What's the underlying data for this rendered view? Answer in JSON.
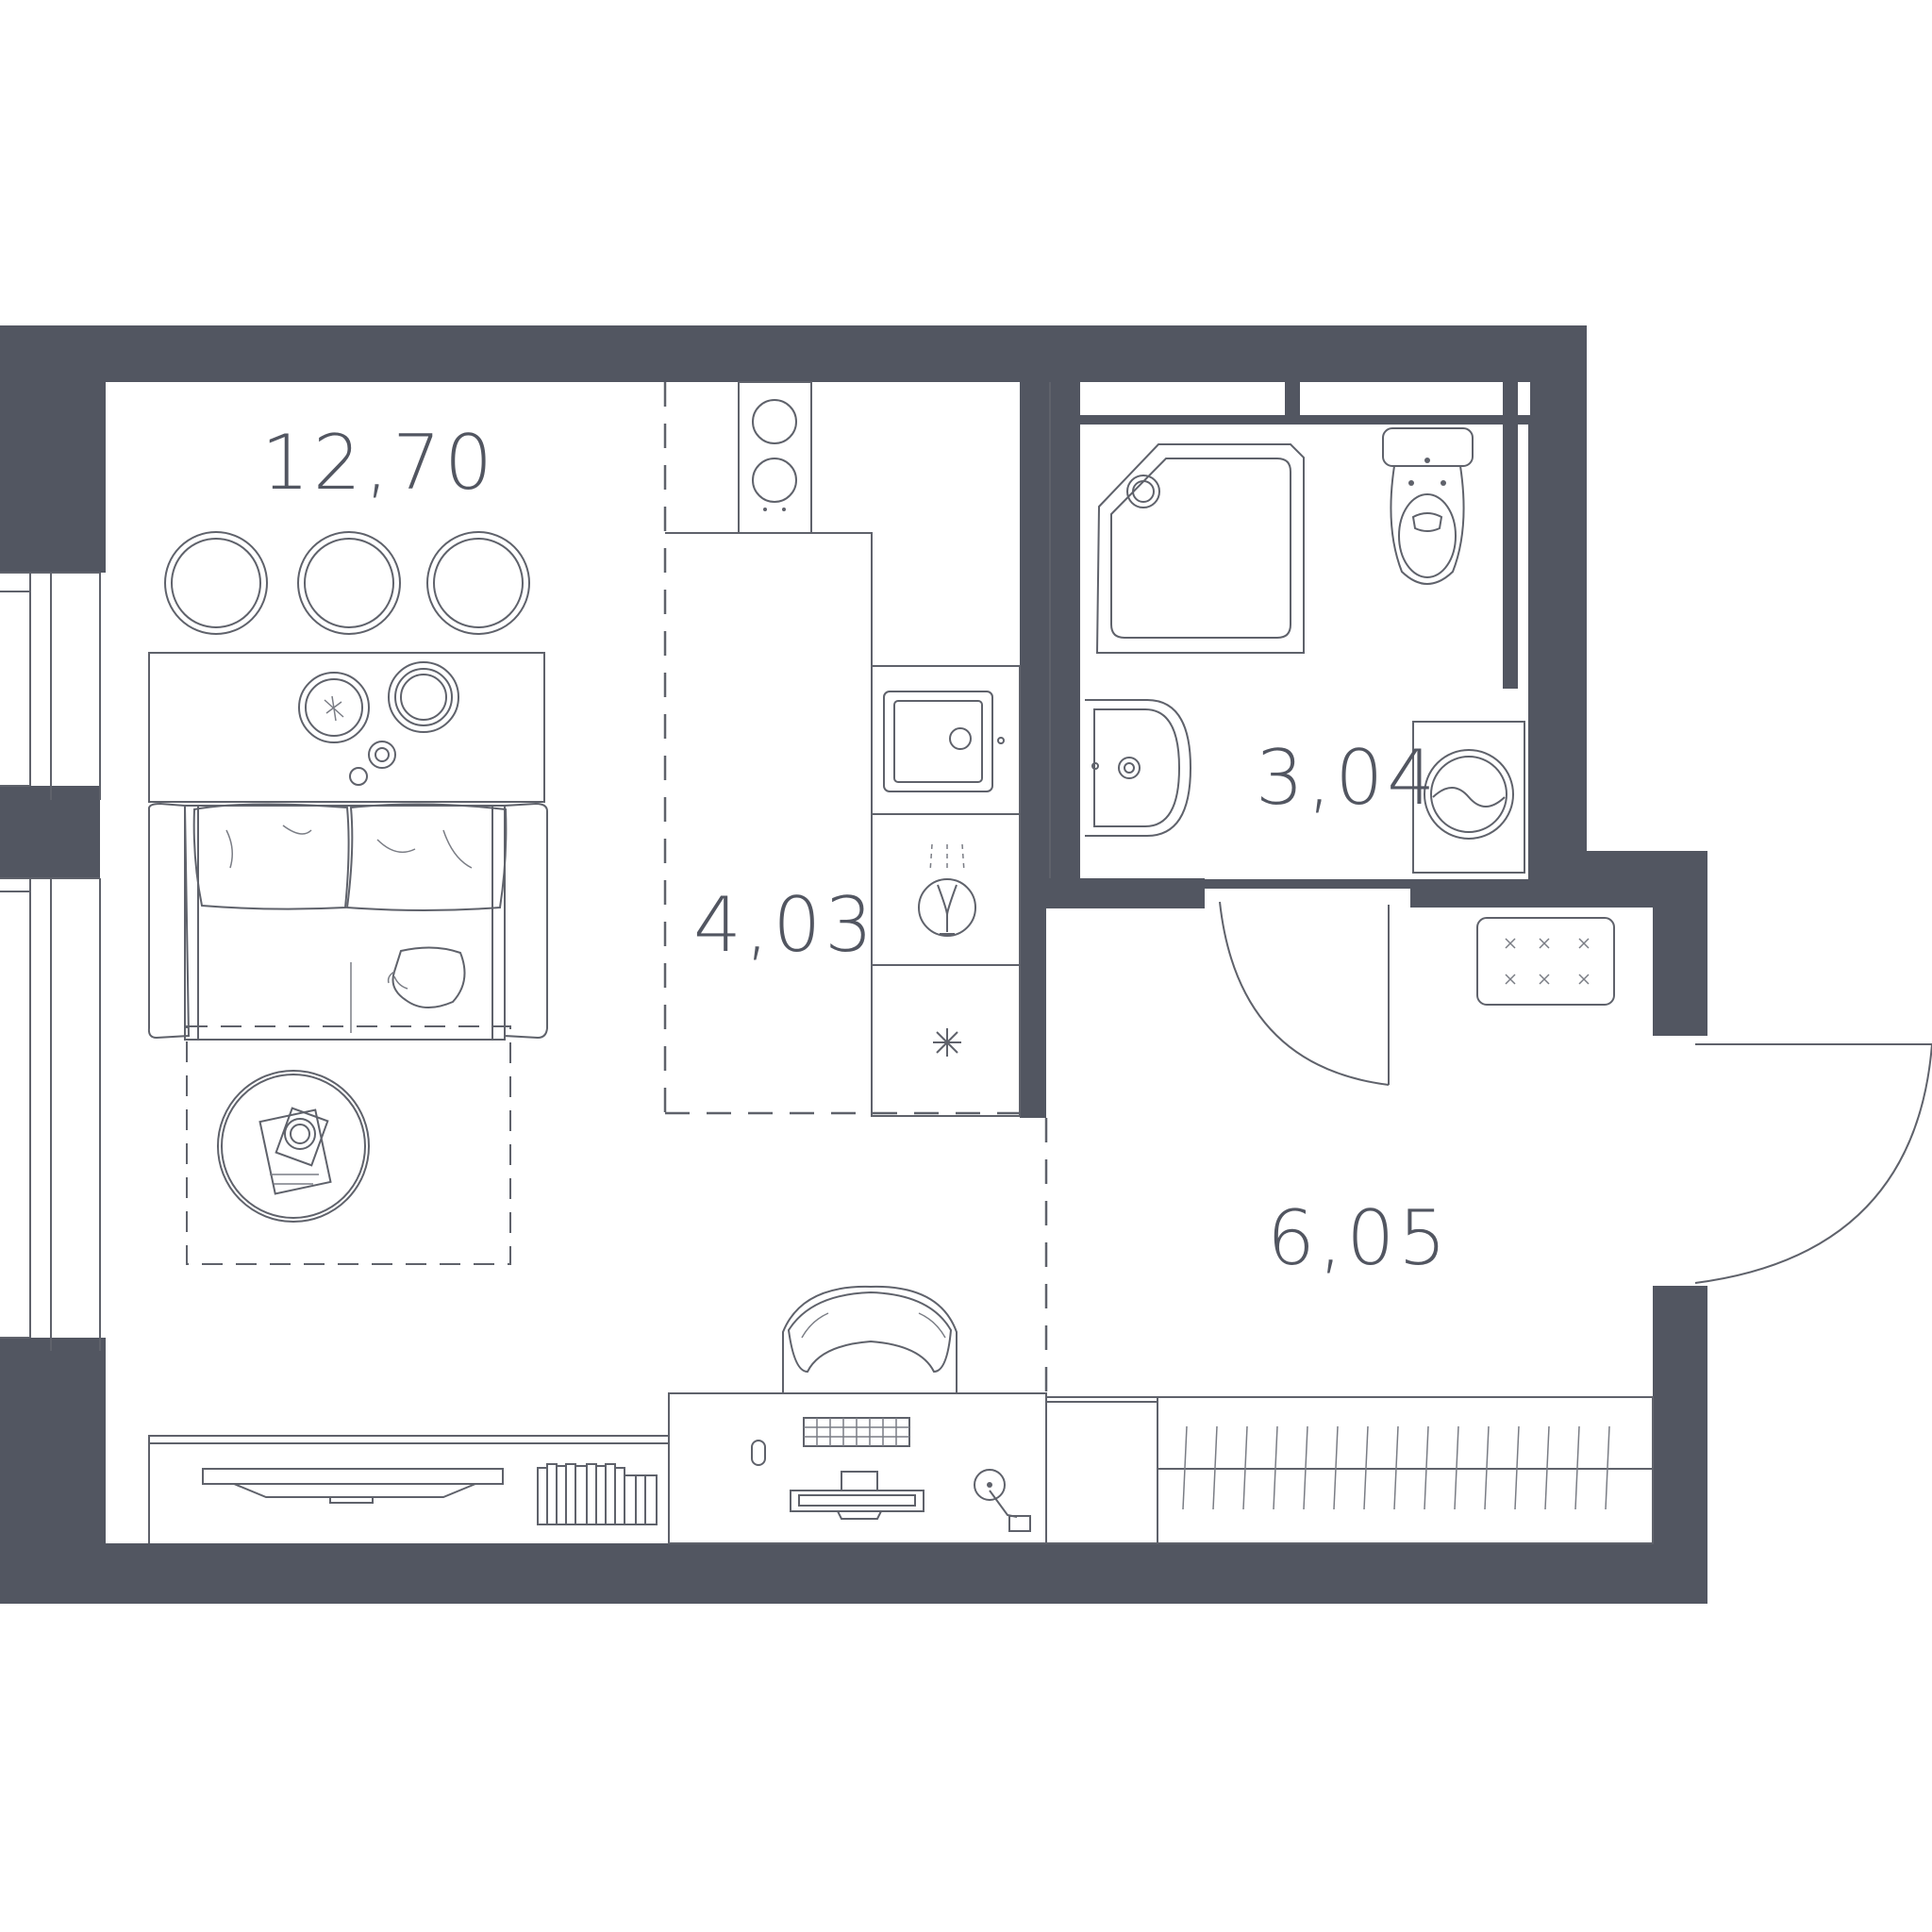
{
  "rooms": {
    "living_room_area": "12,70",
    "kitchen_area": "4,03",
    "bathroom_area": "3,04",
    "hallway_area": "6,05"
  },
  "colors": {
    "wall": "#525661",
    "line": "#5f626b",
    "background": "#ffffff"
  }
}
